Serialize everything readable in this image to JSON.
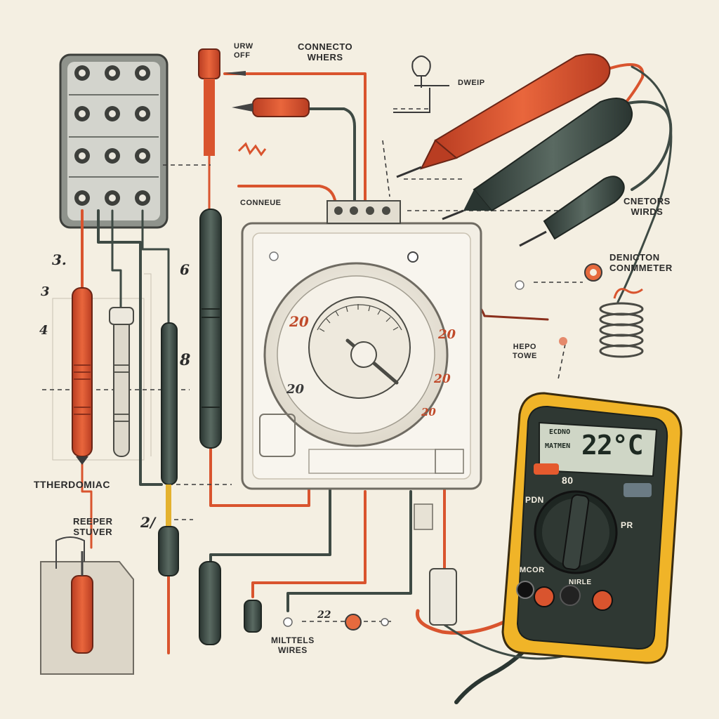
{
  "labels": {
    "turn_off": "URW\nOFF",
    "connect_wires": "CONNECTO\nWHERS",
    "drip": "DWEIP",
    "connector_tag": "CONNEUE",
    "connectors_wires": "CNETORS\nWIRDS",
    "detection_multimeter": "DENICTON\nCONMMETER",
    "heat_tower": "HEPO\nTOWE",
    "thermostat": "TTHERDOMIAC",
    "stripper_driver": "REEPER\nSTUVER",
    "multimeter_wires": "MILTTELS\nWIRES"
  },
  "step_numbers": {
    "s3a": "3.",
    "s3b": "3",
    "s4": "4",
    "s6": "6",
    "s8": "8",
    "s2": "2/",
    "s22": "22"
  },
  "thermostat_dial": {
    "left_top": "20",
    "left_bottom": "20",
    "right_top": "20",
    "right_mid": "20",
    "right_bottom": "20"
  },
  "multimeter": {
    "display_reading": "22°C",
    "display_tag_1": "ECDNO",
    "display_tag_2": "MATMEN",
    "range_value": "80",
    "mode_tag": "MCOR",
    "port_label": "NIRLE",
    "side_marks": "PDN",
    "right_marks": "PR"
  },
  "colors": {
    "background": "#f4efe2",
    "wire_red": "#d9542e",
    "wire_dark": "#3e4a44",
    "meter_yellow": "#f0b428",
    "meter_body": "#2f3833",
    "lcd": "#cfd6c6",
    "thermostat": "#f6f3ec"
  },
  "icons": {
    "terminal_block": "terminal-block-icon",
    "thermostat": "thermostat-icon",
    "multimeter": "multimeter-icon",
    "probe": "probe-icon",
    "coil": "wire-coil-icon",
    "light_bulb": "light-bulb-icon",
    "spark": "spark-icon"
  }
}
